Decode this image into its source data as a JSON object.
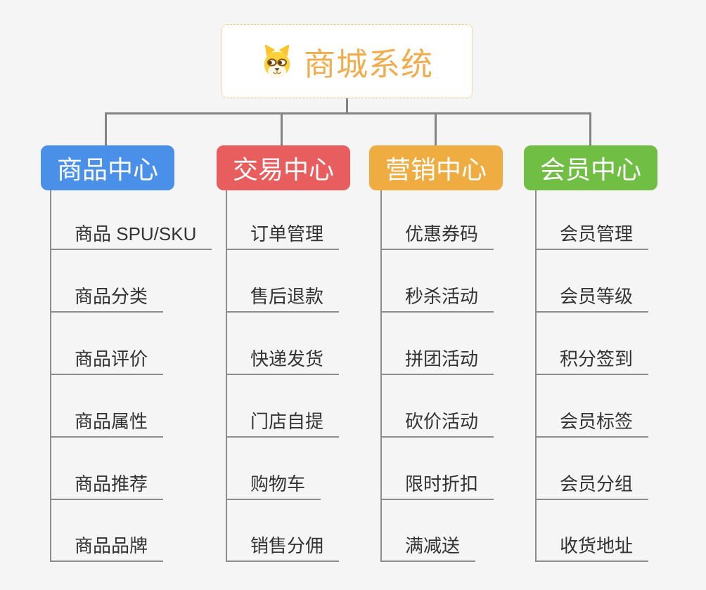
{
  "canvas": {
    "background_color": "#F5F5F5"
  },
  "root": {
    "label": "商城系统",
    "icon": "doge-icon",
    "text_color": "#F0AD4E",
    "border_color": "#F2AC52",
    "background_color": "#FFFFFF"
  },
  "connectors": {
    "tree_line_color": "#848484",
    "leaf_line_color": "#8C8C8C"
  },
  "leaf_text_color": "#333333",
  "branches": [
    {
      "label": "商品中心",
      "color": "#4A90E8",
      "items": [
        "商品 SPU/SKU",
        "商品分类",
        "商品评价",
        "商品属性",
        "商品推荐",
        "商品品牌"
      ]
    },
    {
      "label": "交易中心",
      "color": "#E85D5D",
      "items": [
        "订单管理",
        "售后退款",
        "快递发货",
        "门店自提",
        "购物车",
        "销售分佣"
      ]
    },
    {
      "label": "营销中心",
      "color": "#EFAC41",
      "items": [
        "优惠券码",
        "秒杀活动",
        "拼团活动",
        "砍价活动",
        "限时折扣",
        "满减送"
      ]
    },
    {
      "label": "会员中心",
      "color": "#70BE44",
      "items": [
        "会员管理",
        "会员等级",
        "积分签到",
        "会员标签",
        "会员分组",
        "收货地址"
      ]
    }
  ]
}
